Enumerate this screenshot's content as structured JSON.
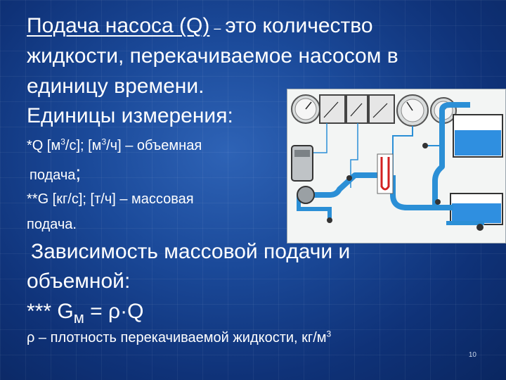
{
  "slide": {
    "definition_term": "Подача насоса (Q)",
    "definition_dash": "–",
    "definition_rest_1": "это количество",
    "definition_line_2": "жидкости, перекачиваемое насосом в",
    "definition_line_3": "единицу времени.",
    "units_heading": "Единицы измерения:",
    "vol_prefix": "*Q [м",
    "vol_unit1_after": "/с];  [м",
    "vol_unit2_after": "/ч] – объемная",
    "vol_line_2": "подача",
    "vol_semicolon": ";",
    "mass_line_1": "**G [кг/с]; [т/ч] – массовая",
    "mass_line_2": "подача.",
    "dependency_line_1": "Зависимость массовой подачи и",
    "dependency_line_2": "объемной:",
    "formula_prefix": "*** G",
    "formula_sub": "м",
    "formula_rest": " = ρ·Q",
    "density_text": "ρ – плотность перекачиваемой жидкости, кг/м",
    "exp_3": "3",
    "page_number": "10"
  },
  "colors": {
    "background": "#1b4a9a",
    "text": "#ffffff",
    "pipe": "#2b8fd6",
    "water": "#2f8fe0",
    "manometer_fluid": "#d32020"
  },
  "icons": [
    "pump-test-stand-diagram",
    "pressure-gauge",
    "water-tank",
    "u-tube-manometer"
  ]
}
